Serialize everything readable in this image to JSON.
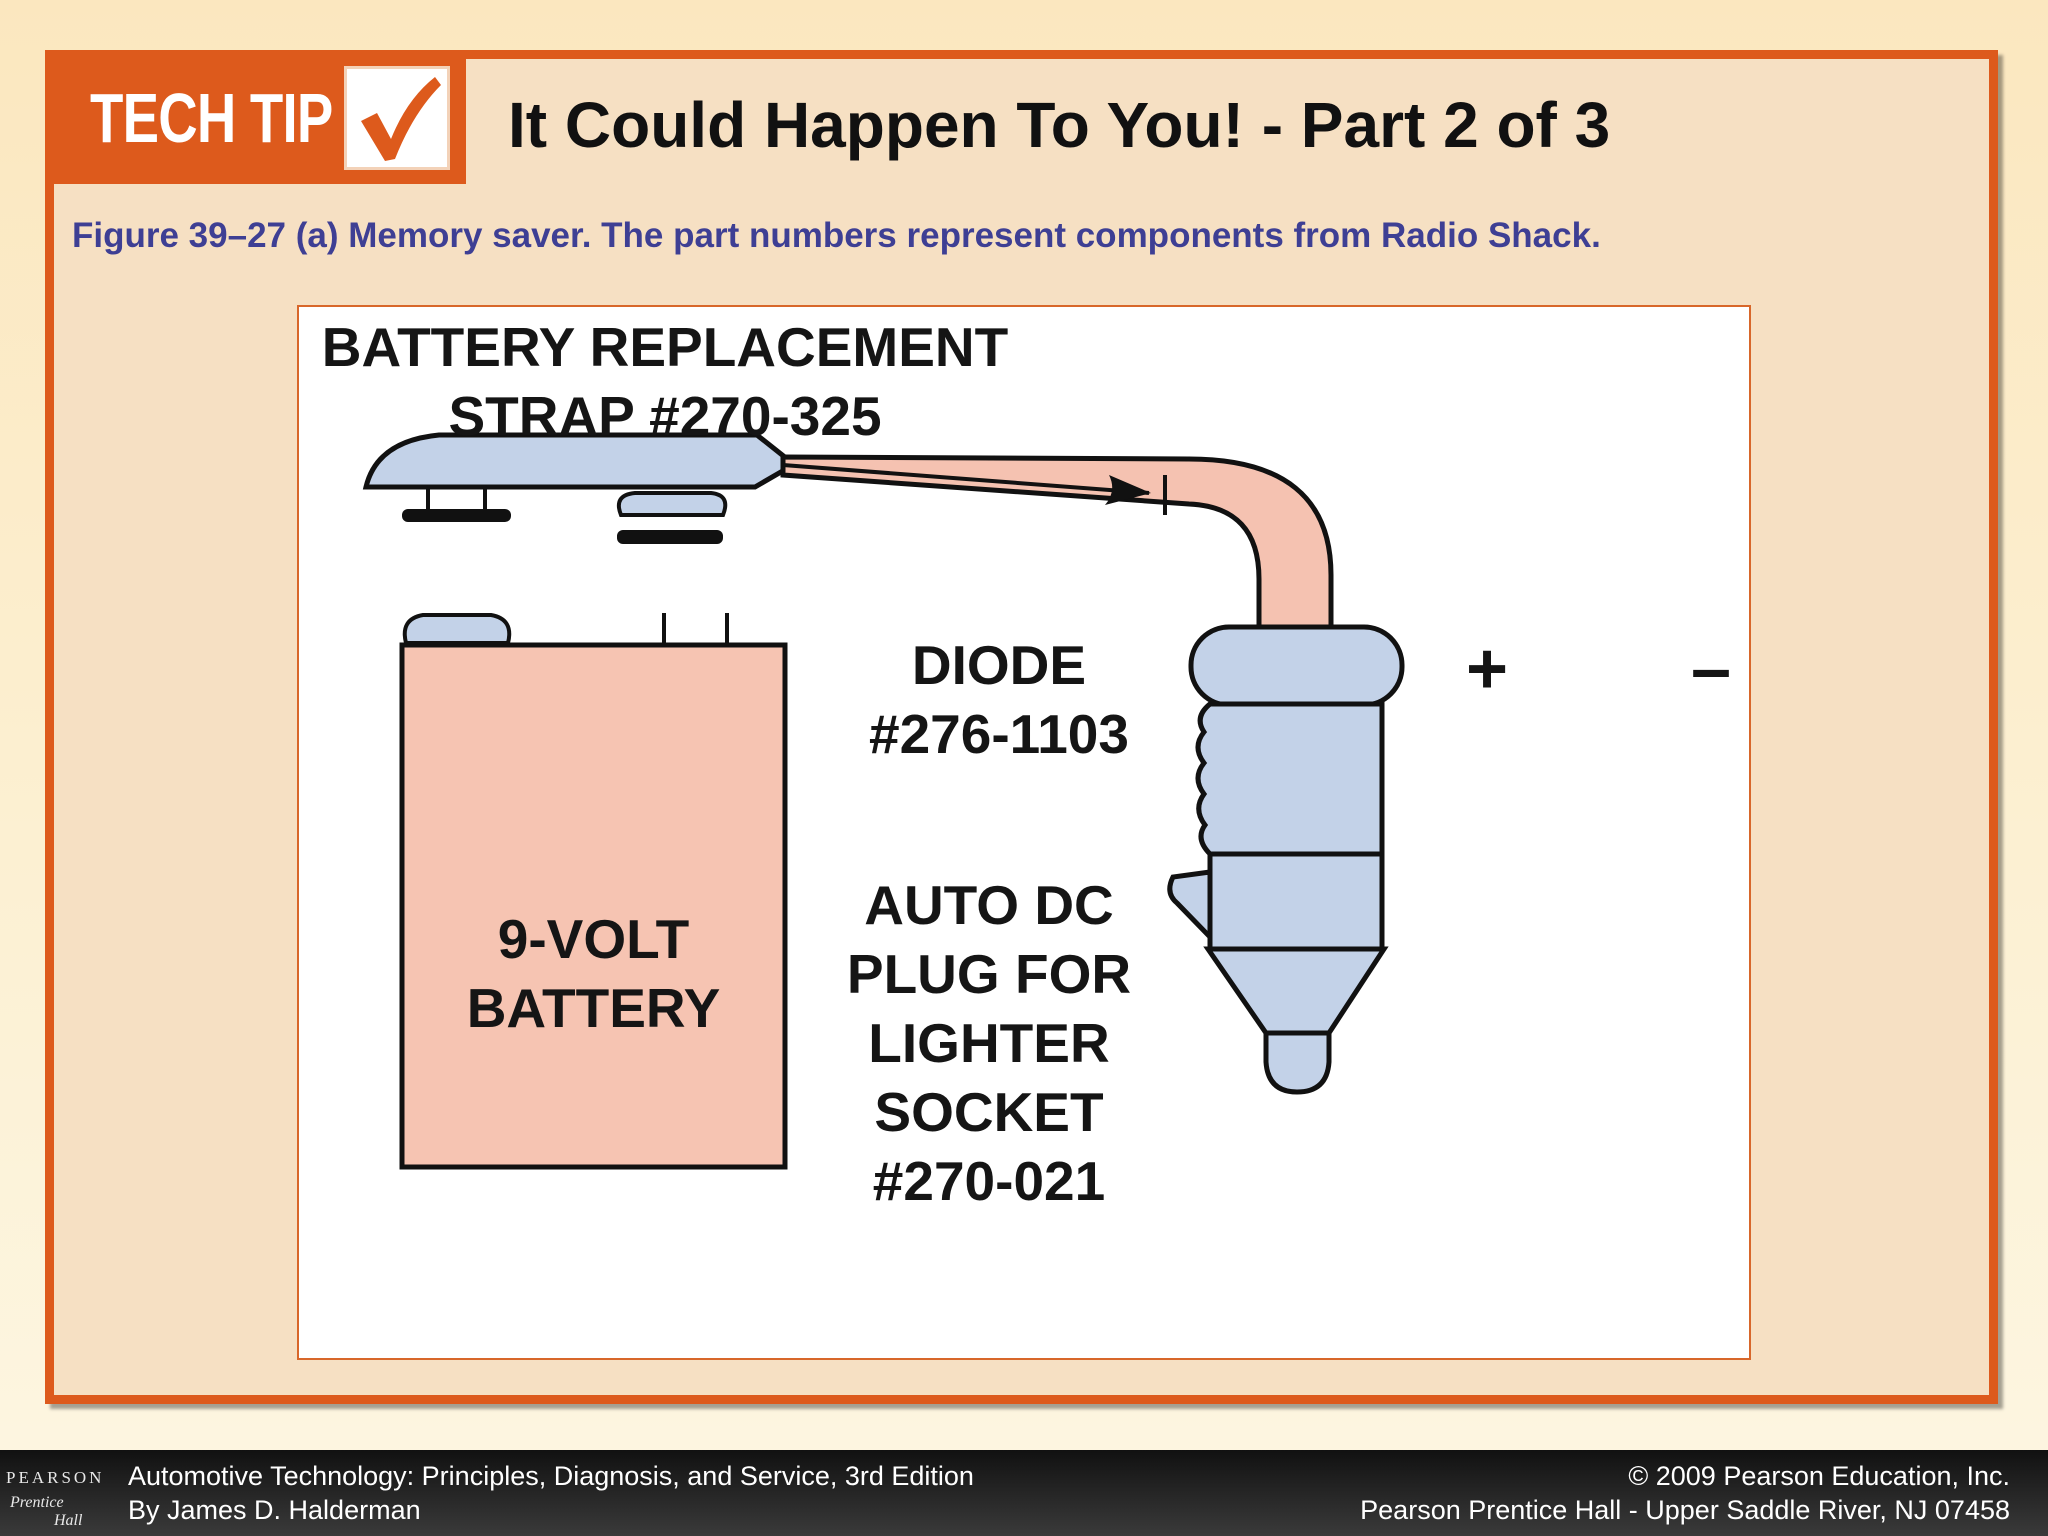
{
  "header": {
    "badge": "TECH TIP",
    "title": "It Could Happen To You! - Part 2 of 3"
  },
  "caption": "Figure 39–27  (a) Memory saver. The part numbers represent components from Radio Shack.",
  "diagram": {
    "strap_label": [
      "BATTERY REPLACEMENT",
      "STRAP #270-325"
    ],
    "diode_label": [
      "DIODE",
      "#276-1103"
    ],
    "battery_label": [
      "9-VOLT",
      "BATTERY"
    ],
    "plug_label": [
      "AUTO DC",
      "PLUG FOR",
      "LIGHTER",
      "SOCKET",
      "#270-021"
    ],
    "plus_sign": "+",
    "minus_sign": "–",
    "colors": {
      "battery_fill": "#f6c4b2",
      "cable_fill": "#f5c2b1",
      "part_fill": "#c3d2e8",
      "outline": "#111111"
    }
  },
  "footer": {
    "publisher": [
      "PEARSON",
      "Prentice",
      "Hall"
    ],
    "left": [
      "Automotive Technology: Principles, Diagnosis, and Service, 3rd Edition",
      "By James D. Halderman"
    ],
    "right": [
      "© 2009 Pearson Education, Inc.",
      "Pearson Prentice Hall - Upper Saddle River, NJ 07458"
    ]
  },
  "theme": {
    "accent": "#dd5a1c",
    "caption_color": "#3e3f94"
  }
}
